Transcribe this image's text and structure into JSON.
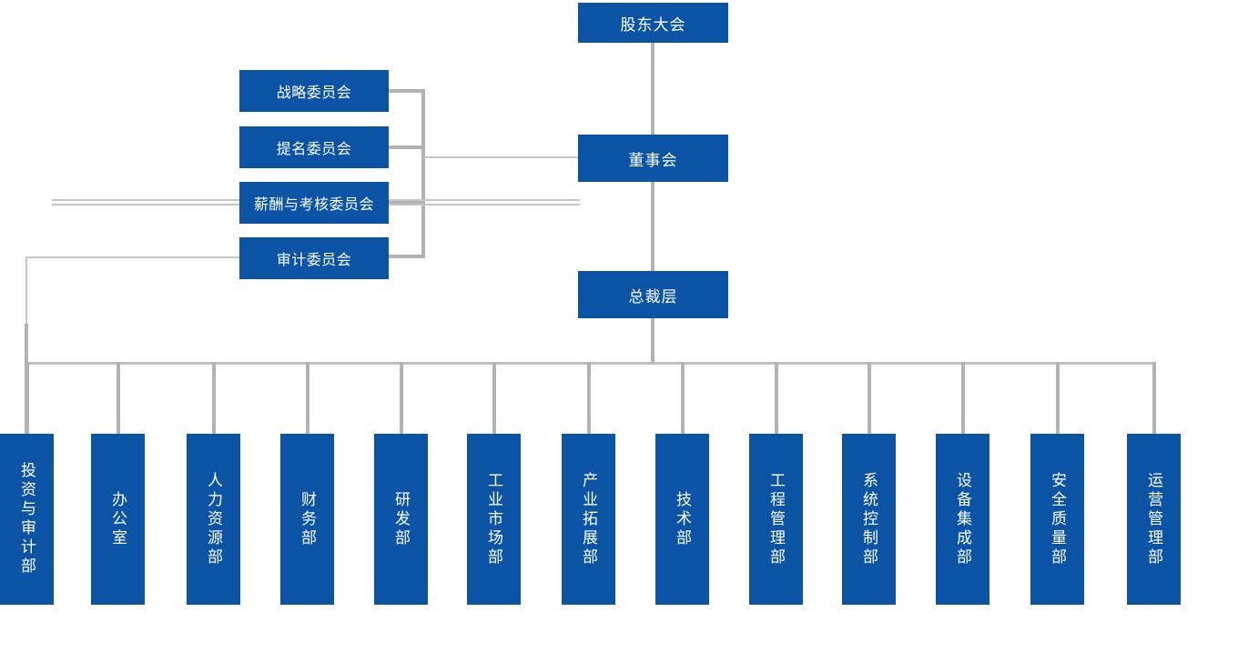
{
  "chart_type": "org-chart",
  "colors": {
    "node_fill": "#0b54a5",
    "node_text": "#ffffff",
    "connector_thin": "#c6c6c6",
    "connector_thick": "#b3b3b3",
    "background": "#ffffff"
  },
  "hierarchy": {
    "root": "股东大会",
    "level2": "董事会",
    "level3": "总裁层",
    "board_committees": [
      "战略委员会",
      "提名委员会",
      "薪酬与考核委员会",
      "审计委员会"
    ]
  },
  "nodes": {
    "shareholders": {
      "label": "股东大会"
    },
    "board": {
      "label": "董事会"
    },
    "president": {
      "label": "总裁层"
    }
  },
  "committees": [
    {
      "label": "战略委员会"
    },
    {
      "label": "提名委员会"
    },
    {
      "label": "薪酬与考核委员会"
    },
    {
      "label": "审计委员会"
    }
  ],
  "departments": [
    {
      "label": "投资与审计部"
    },
    {
      "label": "办公室"
    },
    {
      "label": "人力资源部"
    },
    {
      "label": "财务部"
    },
    {
      "label": "研发部"
    },
    {
      "label": "工业市场部"
    },
    {
      "label": "产业拓展部"
    },
    {
      "label": "技术部"
    },
    {
      "label": "工程管理部"
    },
    {
      "label": "系统控制部"
    },
    {
      "label": "设备集成部"
    },
    {
      "label": "安全质量部"
    },
    {
      "label": "运营管理部"
    }
  ]
}
